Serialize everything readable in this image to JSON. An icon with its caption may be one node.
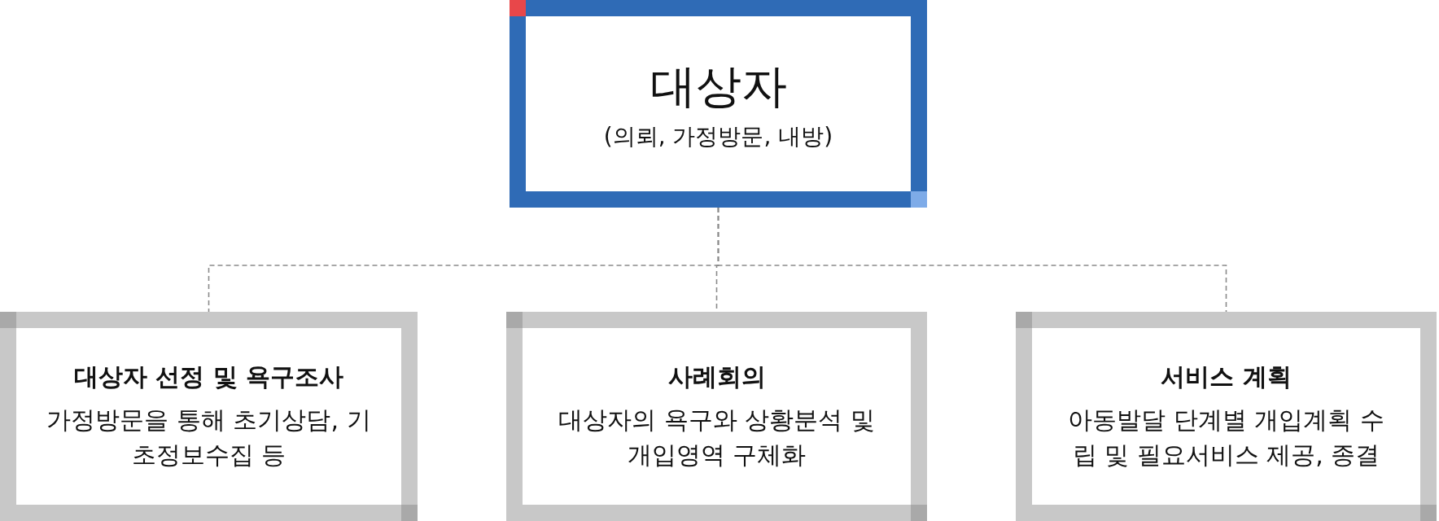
{
  "diagram": {
    "nodes": [
      {
        "text": [
          "대상자",
          "(의뢰, 가정방문, 내방)"
        ]
      },
      {
        "text": [
          "대상자 선정 및 욕구조사",
          "가정방문을 통해 초기상담, 기초정보수집 등"
        ]
      },
      {
        "text": [
          "사례회의",
          "대상자의 욕구와 상황분석 및 개입영역 구체화"
        ]
      },
      {
        "text": [
          "서비스 계획",
          "아동발달 단계별 개입계획 수립 및 필요서비스 제공, 종결"
        ]
      }
    ],
    "edges": [
      {
        "from": 0,
        "to": 1,
        "arrow": "none",
        "style": "dashed"
      },
      {
        "from": 0,
        "to": 2,
        "arrow": "none",
        "style": "dashed"
      },
      {
        "from": 0,
        "to": 3,
        "arrow": "none",
        "style": "dashed"
      }
    ]
  }
}
